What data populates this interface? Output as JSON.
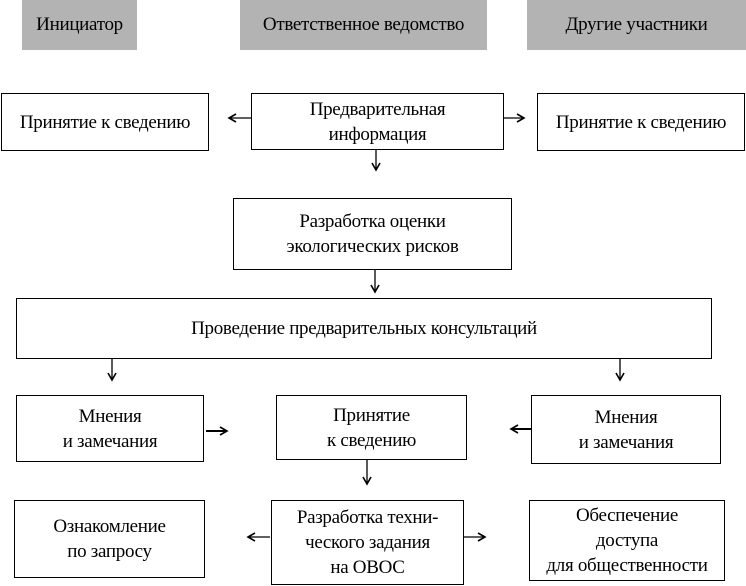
{
  "header": {
    "initiator": "Инициатор",
    "authority": "Ответственное ведомство",
    "others": "Другие участники"
  },
  "nodes": {
    "ack_left_top": [
      "Принятие к сведению"
    ],
    "prelim_info": [
      "Предварительная",
      "информация"
    ],
    "ack_right_top": [
      "Принятие к сведению"
    ],
    "risk_assessment": [
      "Разработка оценки",
      "экологических рисков"
    ],
    "consultations": [
      "Проведение предварительных консультаций"
    ],
    "opinions_left": [
      "Мнения",
      "и замечания"
    ],
    "ack_center": [
      "Принятие",
      "к сведению"
    ],
    "opinions_right": [
      "Мнения",
      "и замечания"
    ],
    "familiarization": [
      "Ознакомление",
      "по  запросу"
    ],
    "tor_development": [
      "Разработка техни-",
      "ческого задания",
      "на ОВОС"
    ],
    "public_access": [
      "Обеспечение",
      "доступа",
      "для общественности"
    ]
  },
  "edges": [
    {
      "from": "prelim_info",
      "to": "ack_left_top"
    },
    {
      "from": "prelim_info",
      "to": "ack_right_top"
    },
    {
      "from": "prelim_info",
      "to": "risk_assessment"
    },
    {
      "from": "risk_assessment",
      "to": "consultations"
    },
    {
      "from": "consultations",
      "to": "opinions_left"
    },
    {
      "from": "consultations",
      "to": "opinions_right"
    },
    {
      "from": "opinions_left",
      "to": "ack_center"
    },
    {
      "from": "opinions_right",
      "to": "ack_center"
    },
    {
      "from": "ack_center",
      "to": "tor_development"
    },
    {
      "from": "tor_development",
      "to": "familiarization"
    },
    {
      "from": "tor_development",
      "to": "public_access"
    }
  ]
}
